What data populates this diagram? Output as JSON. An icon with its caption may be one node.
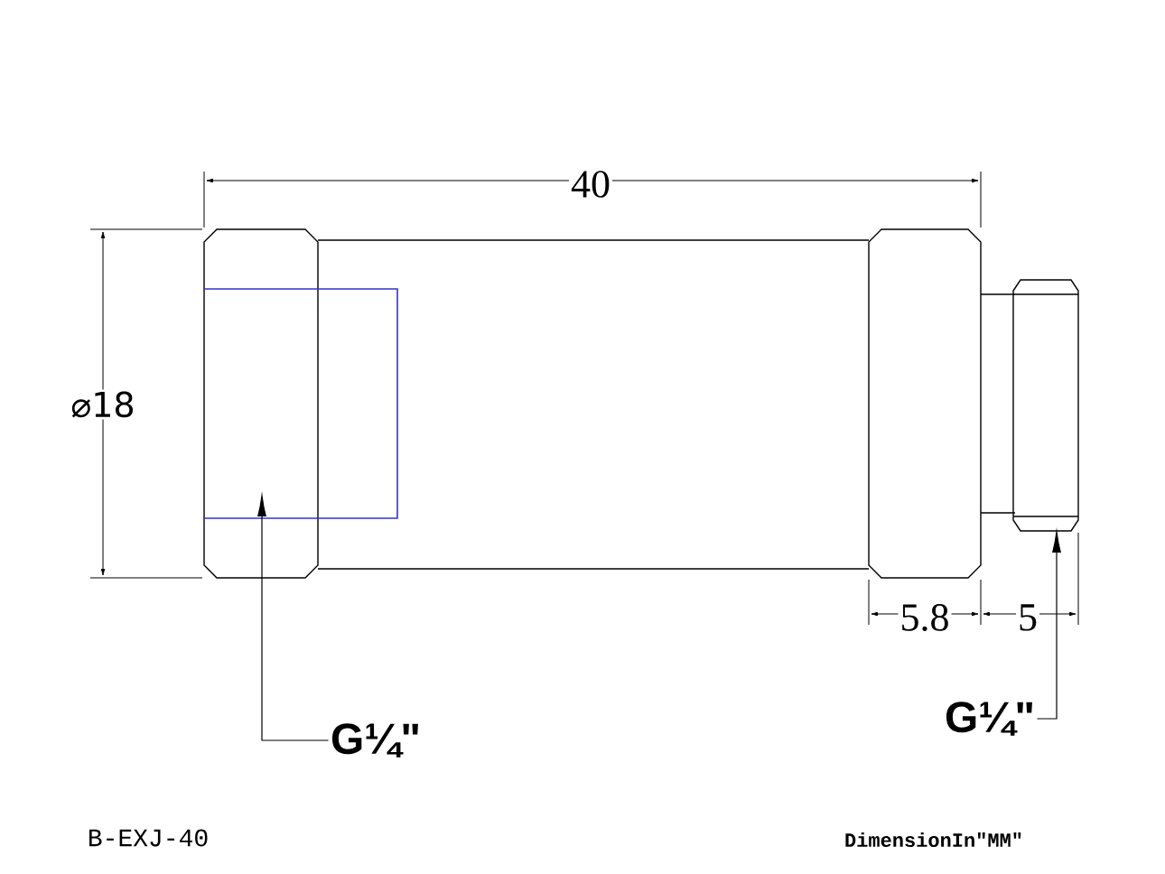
{
  "diagram": {
    "nodes": [
      {
        "text": [
          "G¼\""
        ]
      },
      {
        "text": [
          "G¼\""
        ]
      }
    ],
    "edges": [
      {
        "from": 0,
        "to": null,
        "arrow": "to"
      },
      {
        "from": 1,
        "to": null,
        "arrow": "to"
      }
    ],
    "labels": [
      "40",
      "⌀18",
      "5.8",
      "5",
      "B-EXJ-40",
      "DimensionIn\"MM\""
    ]
  }
}
